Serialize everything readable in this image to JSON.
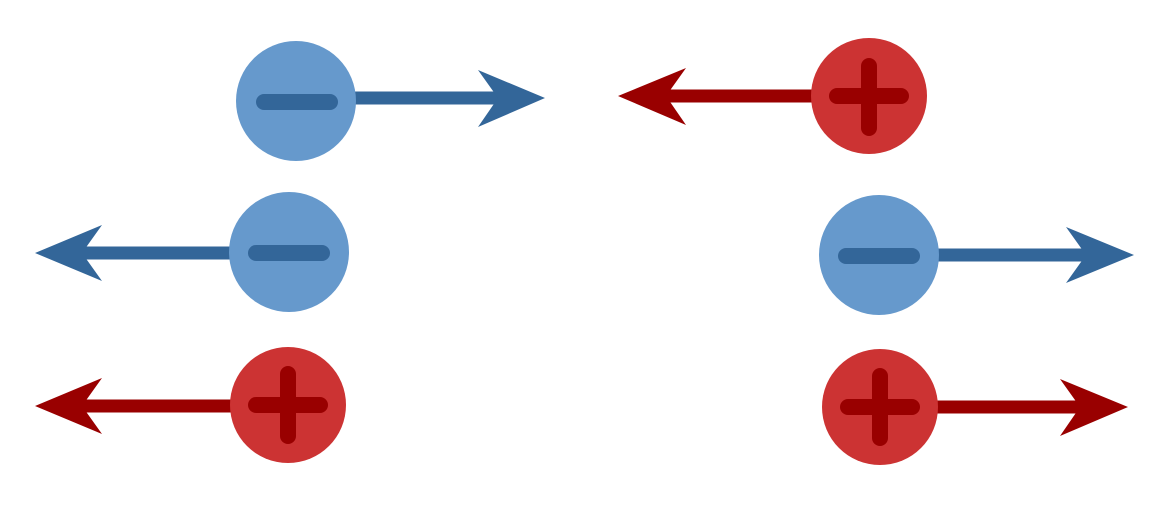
{
  "colors": {
    "negative_fill": "#6699cc",
    "negative_sign": "#336699",
    "negative_arrow": "#336699",
    "positive_fill": "#cc3333",
    "positive_sign": "#990000",
    "positive_arrow": "#990000",
    "background": "#ffffff"
  },
  "charges": [
    {
      "id": "top-left",
      "sign": "negative",
      "arrow_direction": "right"
    },
    {
      "id": "top-right",
      "sign": "positive",
      "arrow_direction": "left"
    },
    {
      "id": "middle-left",
      "sign": "negative",
      "arrow_direction": "left"
    },
    {
      "id": "middle-right",
      "sign": "negative",
      "arrow_direction": "right"
    },
    {
      "id": "bottom-left",
      "sign": "positive",
      "arrow_direction": "left"
    },
    {
      "id": "bottom-right",
      "sign": "positive",
      "arrow_direction": "right"
    }
  ]
}
